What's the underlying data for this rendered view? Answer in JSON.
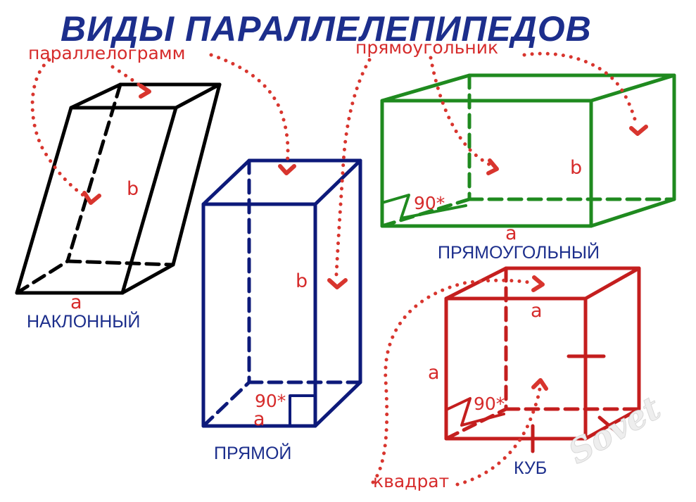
{
  "title": "ВИДЫ ПАРАЛЛЕЛЕПИПЕДОВ",
  "captions": {
    "inclined": "НАКЛОННЫЙ",
    "right": "ПРЯМОЙ",
    "rectangular": "ПРЯМОУГОЛЬНЫЙ",
    "cube": "КУБ"
  },
  "annotations": {
    "parallelogram": "параллелограмм",
    "rectangle": "прямоугольник",
    "square": "квадрат"
  },
  "edge_labels": {
    "inclined_a": "a",
    "inclined_b": "b",
    "right_a": "a",
    "right_b": "b",
    "right_angle": "90*",
    "rect_a": "a",
    "rect_b": "b",
    "rect_angle": "90*",
    "cube_a_top": "a",
    "cube_a_side": "a",
    "cube_angle": "90*"
  },
  "watermark": "Sovet",
  "colors": {
    "title": "#1c2e8c",
    "inclined": "#000000",
    "right": "#0d1a7a",
    "rectangular": "#1f8a1f",
    "cube": "#c41e1e",
    "annotation": "#d8352e"
  }
}
